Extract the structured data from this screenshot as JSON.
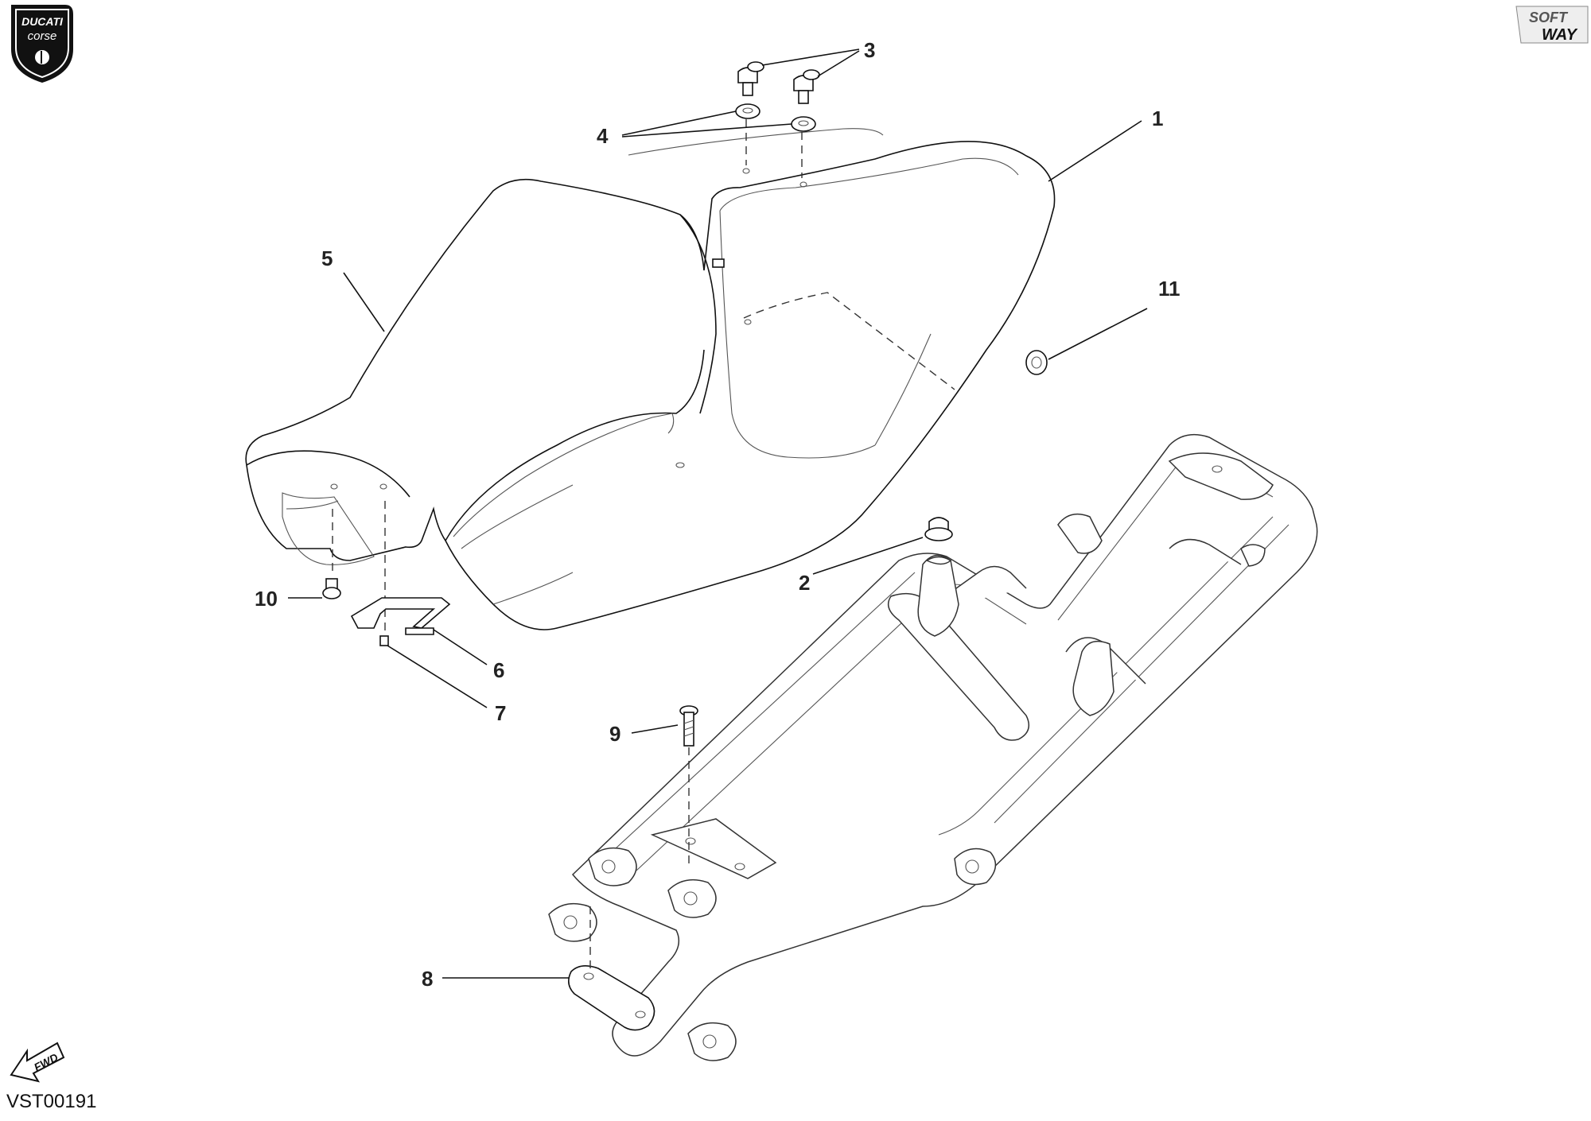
{
  "logo_left": {
    "line1": "DUCATI",
    "line2": "corse"
  },
  "logo_right": {
    "line1": "SOFT",
    "line2": "WAY"
  },
  "fwd_label": "FWD",
  "drawing_code": "VST00191",
  "callouts": {
    "c1": "1",
    "c2": "2",
    "c3": "3",
    "c4": "4",
    "c5": "5",
    "c6": "6",
    "c7": "7",
    "c8": "8",
    "c9": "9",
    "c10": "10",
    "c11": "11"
  }
}
